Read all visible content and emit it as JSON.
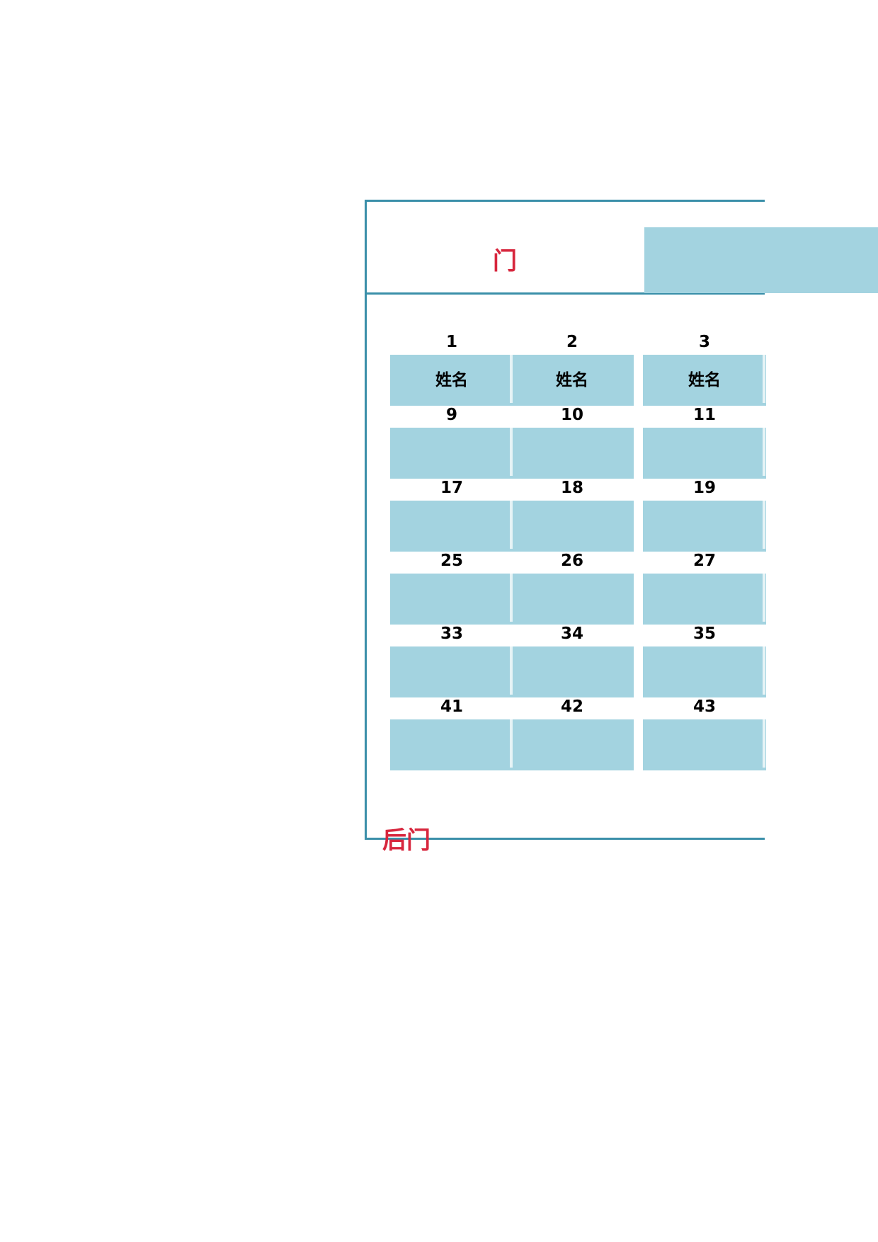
{
  "front_door": "门",
  "back_door": "后门",
  "name_placeholder": "姓名",
  "rows": [
    {
      "seats": [
        "1",
        "2",
        "3"
      ],
      "names": [
        "姓名",
        "姓名",
        "姓名"
      ]
    },
    {
      "seats": [
        "9",
        "10",
        "11"
      ],
      "names": [
        "",
        "",
        ""
      ]
    },
    {
      "seats": [
        "17",
        "18",
        "19"
      ],
      "names": [
        "",
        "",
        ""
      ]
    },
    {
      "seats": [
        "25",
        "26",
        "27"
      ],
      "names": [
        "",
        "",
        ""
      ]
    },
    {
      "seats": [
        "33",
        "34",
        "35"
      ],
      "names": [
        "",
        "",
        ""
      ]
    },
    {
      "seats": [
        "41",
        "42",
        "43"
      ],
      "names": [
        "",
        "",
        ""
      ]
    }
  ],
  "colors": {
    "line": "#3a8fa9",
    "desk": "#a3d3e0",
    "door_text": "#d7263d"
  }
}
